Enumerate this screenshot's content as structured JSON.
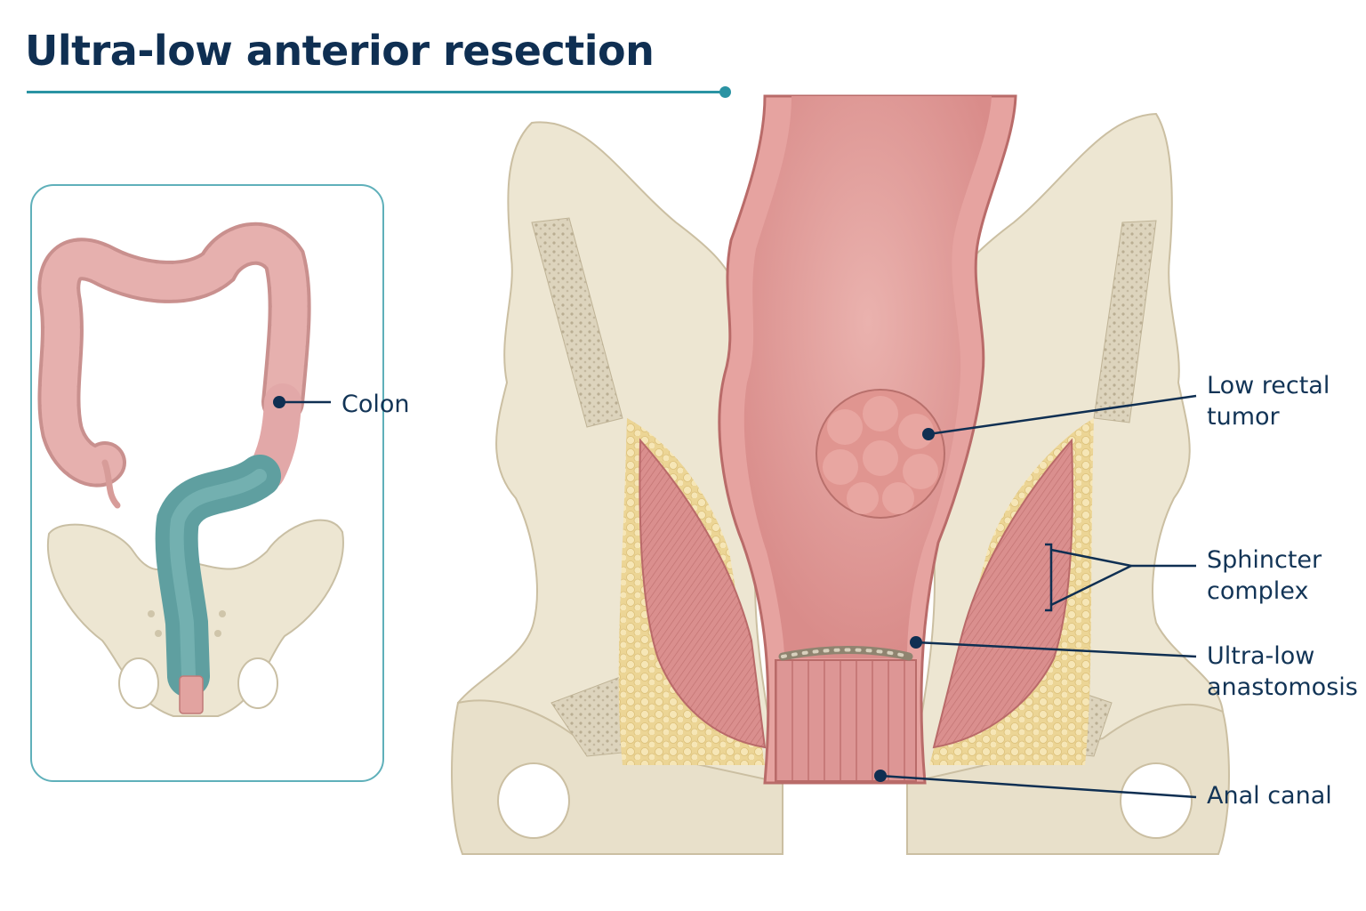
{
  "title": "Ultra-low anterior resection",
  "colors": {
    "title": "#0f2f52",
    "accent_rule": "#2a93a3",
    "inset_border": "#5fb0ba",
    "colon": "#e2a8a8",
    "rectum_highlight": "#5f9fa0",
    "bone": "#ede6d2",
    "muscle": "#d98d8d",
    "fat": "#f1dca3",
    "mucosa": "#e6a3a0",
    "label_text": "#123456"
  },
  "labels": {
    "colon": "Colon",
    "tumor": [
      "Low rectal",
      "tumor"
    ],
    "sphincter": [
      "Sphincter",
      "complex"
    ],
    "anastomosis": [
      "Ultra-low",
      "anastomosis"
    ],
    "anal_canal": "Anal canal"
  }
}
